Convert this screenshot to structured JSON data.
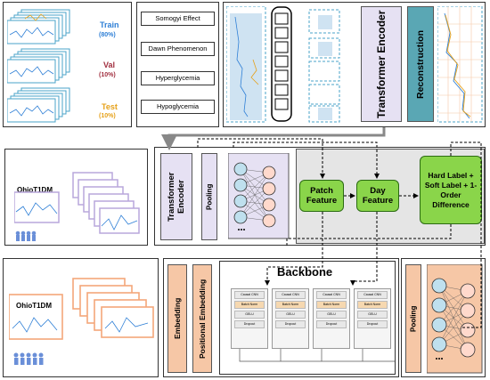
{
  "colors": {
    "train": "#2e7fd6",
    "val": "#a23040",
    "test": "#e6a119",
    "transformer_fill": "#e6e1f3",
    "reconstruction_fill": "#5aa7b4",
    "patch_fill": "#8ad54a",
    "orange_fill": "#f6c7a6",
    "grey_fill": "#e5e5e5",
    "node_fill": "#ffd9cc",
    "node_fill2": "#bfe0ee"
  },
  "split": {
    "train": "Train",
    "train_pct": "(80%)",
    "val": "Val",
    "val_pct": "(10%)",
    "test": "Test",
    "test_pct": "(10%)"
  },
  "conditions": [
    "Somogyi Effect",
    "Dawn Phenomenon",
    "Hyperglycemia",
    "Hypoglycemia"
  ],
  "pretrain": {
    "transformer": "Transformer Encoder",
    "reconstruction": "Reconstruction"
  },
  "middle": {
    "dataset": "OhioT1DM",
    "transformer": "Transformer Encoder",
    "pooling": "Pooling",
    "patch_feature": "Patch Feature",
    "day_feature": "Day Feature",
    "label_box": "Hard Label + Soft Label + 1-Order Difference"
  },
  "bottom": {
    "dataset": "OhioT1DM",
    "embedding": "Embedding",
    "positional_embedding": "Positional Embedding",
    "backbone": "Backbone",
    "pooling": "Pooling",
    "block_rows": [
      "Causal CNN",
      "Batch Norm",
      "GELU",
      "Causal CNN",
      "Batch Norm",
      "GELU",
      "Dropout"
    ]
  }
}
